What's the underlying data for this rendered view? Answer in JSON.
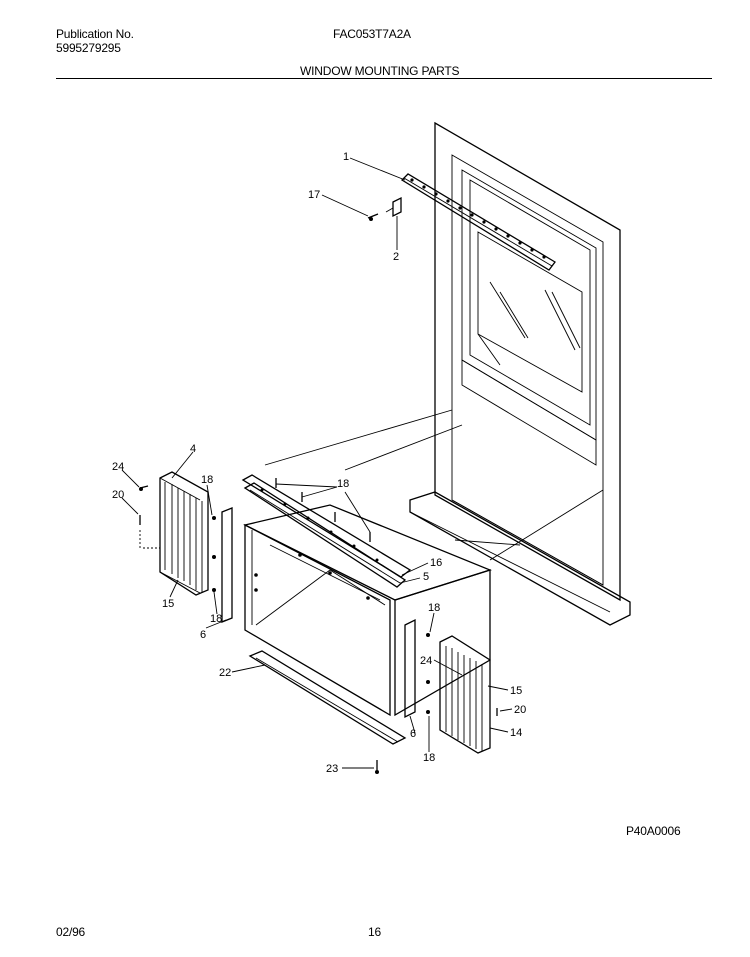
{
  "header": {
    "publication_label": "Publication No.",
    "publication_number": "5995279295",
    "model": "FAC053T7A2A",
    "section_title": "WINDOW MOUNTING PARTS"
  },
  "diagram": {
    "callouts": {
      "c1": "1",
      "c17": "17",
      "c2": "2",
      "c4": "4",
      "c24a": "24",
      "c20a": "20",
      "c18a": "18",
      "c15a": "15",
      "c18b": "18",
      "c6a": "6",
      "c18c": "18",
      "c16a": "16",
      "c5": "5",
      "c22": "22",
      "c23": "23",
      "c18d": "18",
      "c24b": "24",
      "c15b": "15",
      "c20b": "20",
      "c14": "14",
      "c6b": "6",
      "c18e": "18"
    },
    "figure_code": "P40A0006"
  },
  "footer": {
    "date": "02/96",
    "page": "16"
  }
}
